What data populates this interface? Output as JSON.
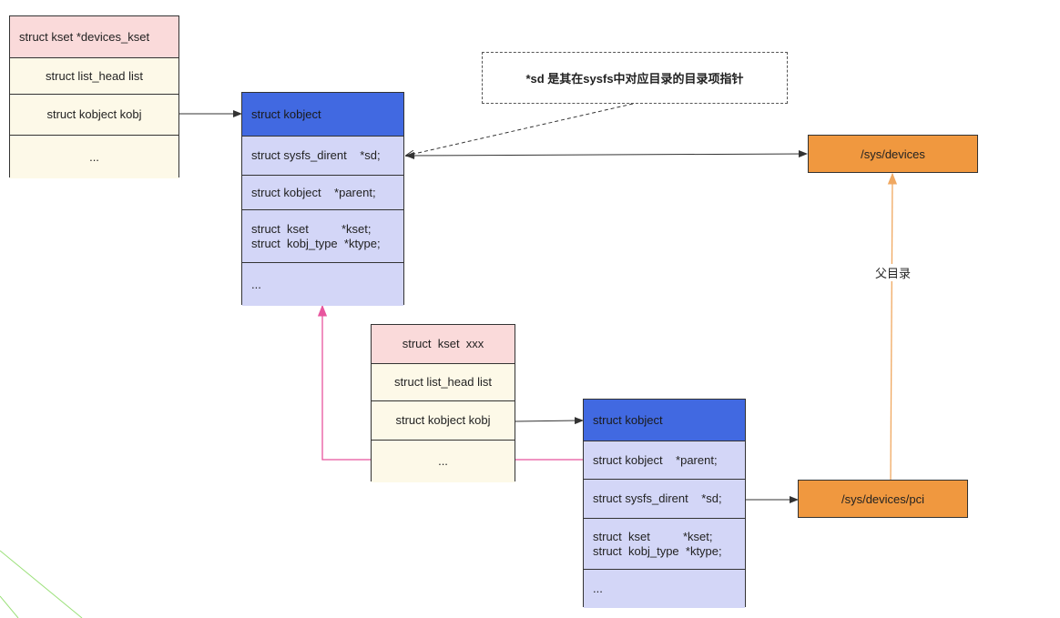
{
  "devices_kset": {
    "title": "struct kset *devices_kset",
    "fields": [
      "struct list_head list",
      "struct kobject kobj",
      "..."
    ]
  },
  "kobject_top": {
    "title": "struct kobject",
    "fields": [
      "struct sysfs_dirent    *sd;",
      "struct kobject    *parent;",
      "struct  kset          *kset;\nstruct  kobj_type  *ktype;",
      "..."
    ]
  },
  "kset_xxx": {
    "title": "struct  kset  xxx",
    "fields": [
      "struct list_head list",
      "struct kobject kobj",
      "..."
    ]
  },
  "kobject_bottom": {
    "title": "struct kobject",
    "fields": [
      "struct kobject    *parent;",
      "struct sysfs_dirent    *sd;",
      "struct  kset          *kset;\nstruct  kobj_type  *ktype;",
      "..."
    ]
  },
  "note": "*sd 是其在sysfs中对应目录的目录项指针",
  "sys_devices": "/sys/devices",
  "sys_devices_pci": "/sys/devices/pci",
  "parent_label": "父目录",
  "colors": {
    "pink": "#fadada",
    "cream": "#fdf9e8",
    "blue": "#4169e1",
    "lavender": "#d3d6f7",
    "orange": "#f0983f",
    "magenta_line": "#e8559e",
    "orange_line": "#f0a860",
    "green_line": "#9be07a"
  }
}
